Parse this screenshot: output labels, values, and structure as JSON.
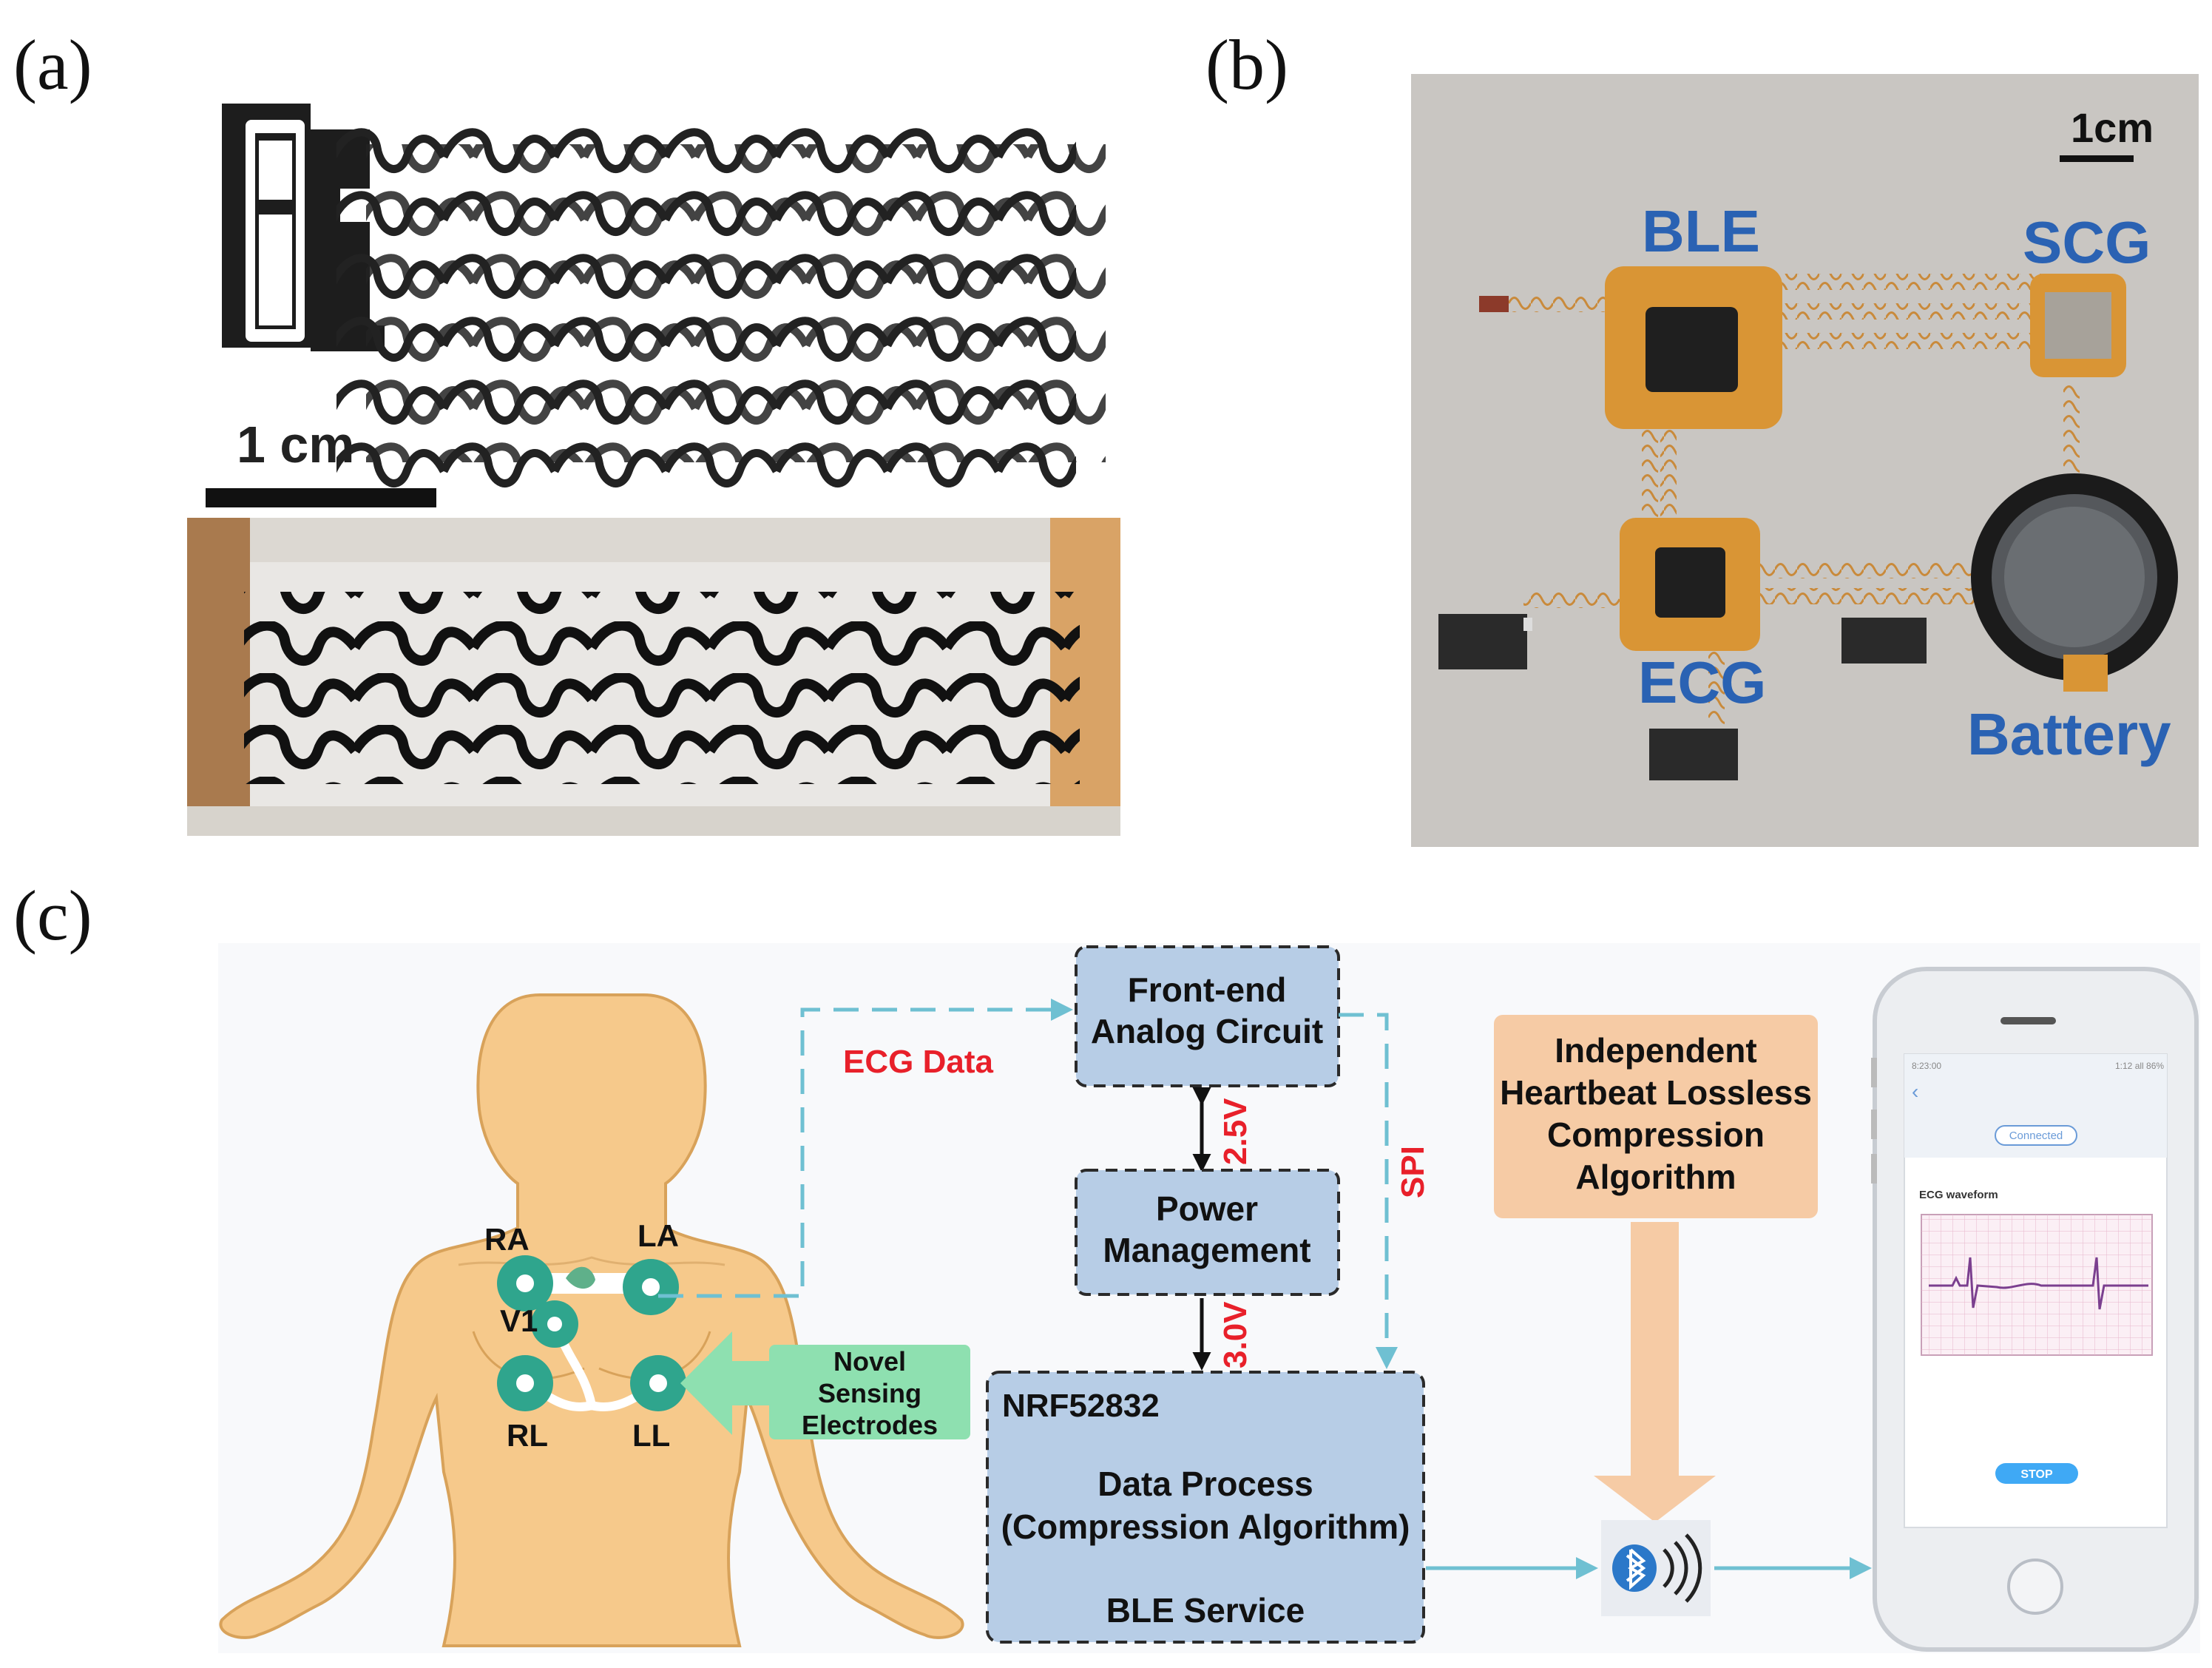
{
  "panels": {
    "a": {
      "label": "(a)",
      "scale_bar": "1 cm"
    },
    "b": {
      "label": "(b)",
      "scale_bar": "1cm",
      "components": {
        "ble": "BLE",
        "scg": "SCG",
        "ecg": "ECG",
        "battery": "Battery"
      }
    },
    "c": {
      "label": "(c)",
      "electrodes": [
        "RA",
        "LA",
        "V1",
        "RL",
        "LL"
      ],
      "novel_electrodes": [
        "Novel",
        "Sensing",
        "Electrodes"
      ],
      "ecg_data": "ECG Data",
      "front_end": [
        "Front-end",
        "Analog Circuit"
      ],
      "power": [
        "Power",
        "Management"
      ],
      "v25": "2.5V",
      "v30": "3.0V",
      "spi": "SPI",
      "nrf": {
        "chip": "NRF52832",
        "line1": "Data Process",
        "line2": "(Compression Algorithm)",
        "line3": "BLE Service"
      },
      "algorithm": [
        "Independent",
        "Heartbeat Lossless",
        "Compression",
        "Algorithm"
      ],
      "phone": {
        "status_left": "8:23:00",
        "status_right": "1:12 all 86%",
        "back": "‹",
        "connected": "Connected",
        "waveform_title": "ECG waveform",
        "stop": "STOP"
      }
    }
  },
  "colors": {
    "box_fill": "#b7cde6",
    "box_border": "#2a2a2a",
    "algo_fill": "#f6cba5",
    "green": "#2fa58d",
    "green_box": "#8ee0b0",
    "red_text": "#e8202a",
    "blue_label": "#2a62b3",
    "arrow_blue": "#6fc0d2",
    "skin": "#f6c98b",
    "skin_stroke": "#d8a25a"
  },
  "icons": [
    "bluetooth-icon",
    "phone-home-button-icon"
  ]
}
